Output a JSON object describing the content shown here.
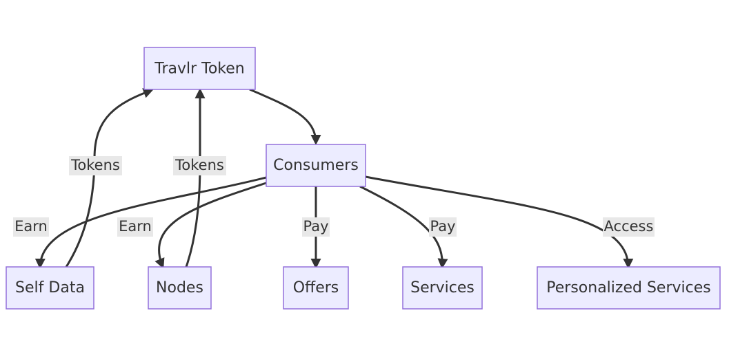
{
  "nodes": {
    "travlr_token": "Travlr Token",
    "consumers": "Consumers",
    "self_data": "Self Data",
    "nodes": "Nodes",
    "offers": "Offers",
    "services": "Services",
    "personalized_services": "Personalized Services"
  },
  "edges": {
    "selfdata_to_token": "Tokens",
    "nodes_to_token": "Tokens",
    "consumers_to_selfdata": "Earn",
    "consumers_to_nodes": "Earn",
    "consumers_to_offers": "Pay",
    "consumers_to_services": "Pay",
    "consumers_to_personalized": "Access"
  },
  "colors": {
    "node_fill": "#ececff",
    "node_stroke": "#9370db",
    "edge": "#333333",
    "label_bg": "#e8e8e8"
  }
}
